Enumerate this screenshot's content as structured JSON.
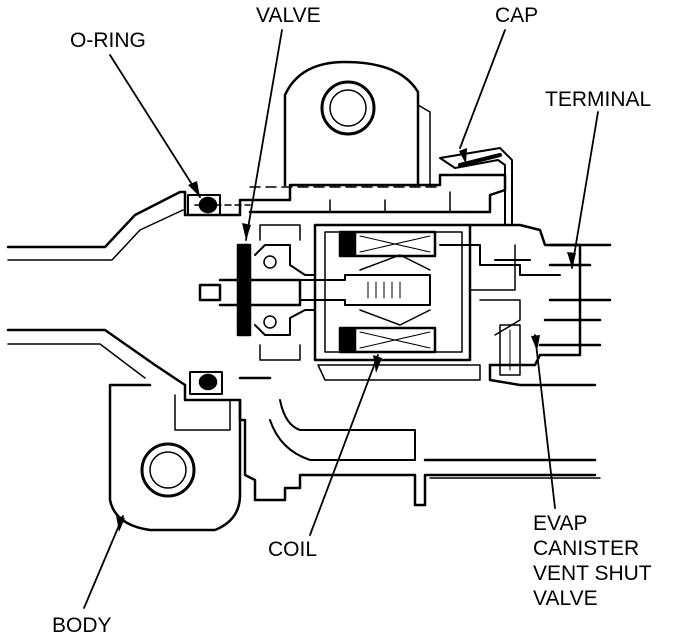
{
  "labels": {
    "o_ring": "O-RING",
    "valve": "VALVE",
    "cap": "CAP",
    "terminal": "TERMINAL",
    "coil": "COIL",
    "body": "BODY",
    "evap_line1": "EVAP",
    "evap_line2": "CANISTER",
    "evap_line3": "VENT SHUT",
    "evap_line4": "VALVE"
  },
  "colors": {
    "ink": "#000000",
    "paper": "#ffffff"
  }
}
